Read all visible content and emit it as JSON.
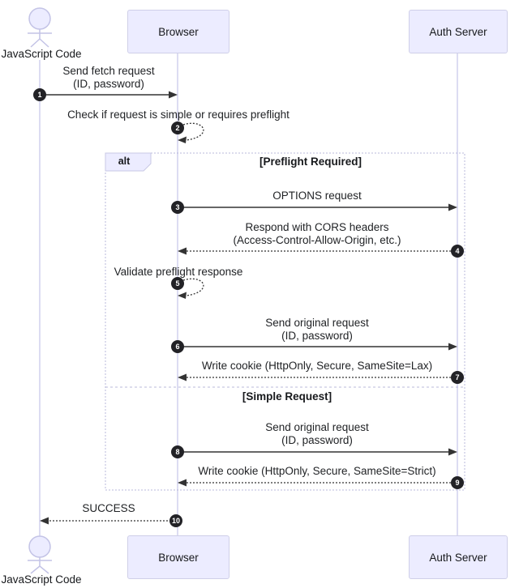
{
  "diagram_type": "sequence-diagram",
  "actors": {
    "js": {
      "label": "JavaScript Code",
      "kind": "actor"
    },
    "browser": {
      "label": "Browser",
      "kind": "participant"
    },
    "auth": {
      "label": "Auth Server",
      "kind": "participant"
    }
  },
  "frame": {
    "label": "alt",
    "section1_title": "[Preflight Required]",
    "section2_title": "[Simple Request]"
  },
  "messages": [
    {
      "num": "1",
      "from": "JavaScript Code",
      "to": "Browser",
      "kind": "solid",
      "line1": "Send fetch request",
      "line2": "(ID, password)"
    },
    {
      "num": "2",
      "from": "Browser",
      "to": "Browser",
      "kind": "self-dotted",
      "line1": "Check if request is simple or requires preflight"
    },
    {
      "num": "3",
      "from": "Browser",
      "to": "Auth Server",
      "kind": "solid",
      "line1": "OPTIONS request"
    },
    {
      "num": "4",
      "from": "Auth Server",
      "to": "Browser",
      "kind": "dotted",
      "line1": "Respond with CORS headers",
      "line2": "(Access-Control-Allow-Origin, etc.)"
    },
    {
      "num": "5",
      "from": "Browser",
      "to": "Browser",
      "kind": "self-dotted",
      "line1": "Validate preflight response"
    },
    {
      "num": "6",
      "from": "Browser",
      "to": "Auth Server",
      "kind": "solid",
      "line1": "Send original request",
      "line2": "(ID, password)"
    },
    {
      "num": "7",
      "from": "Auth Server",
      "to": "Browser",
      "kind": "dotted",
      "line1": "Write cookie (HttpOnly, Secure, SameSite=Lax)"
    },
    {
      "num": "8",
      "from": "Browser",
      "to": "Auth Server",
      "kind": "solid",
      "line1": "Send original request",
      "line2": "(ID, password)"
    },
    {
      "num": "9",
      "from": "Auth Server",
      "to": "Browser",
      "kind": "dotted",
      "line1": "Write cookie (HttpOnly, Secure, SameSite=Strict)"
    },
    {
      "num": "10",
      "from": "Browser",
      "to": "JavaScript Code",
      "kind": "dotted",
      "line1": "SUCCESS"
    }
  ],
  "colors": {
    "background": "#FFFFFF",
    "participant_fill": "#ECECFF",
    "participant_border": "#CFCFE8",
    "lifeline": "#C9C9EA",
    "frame_border": "#B9B9DB",
    "frame_label_fill": "#ECECFF",
    "arrow": "#333333",
    "badge_bg": "#222226",
    "badge_text": "#FFFFFF",
    "text": "#212326"
  }
}
